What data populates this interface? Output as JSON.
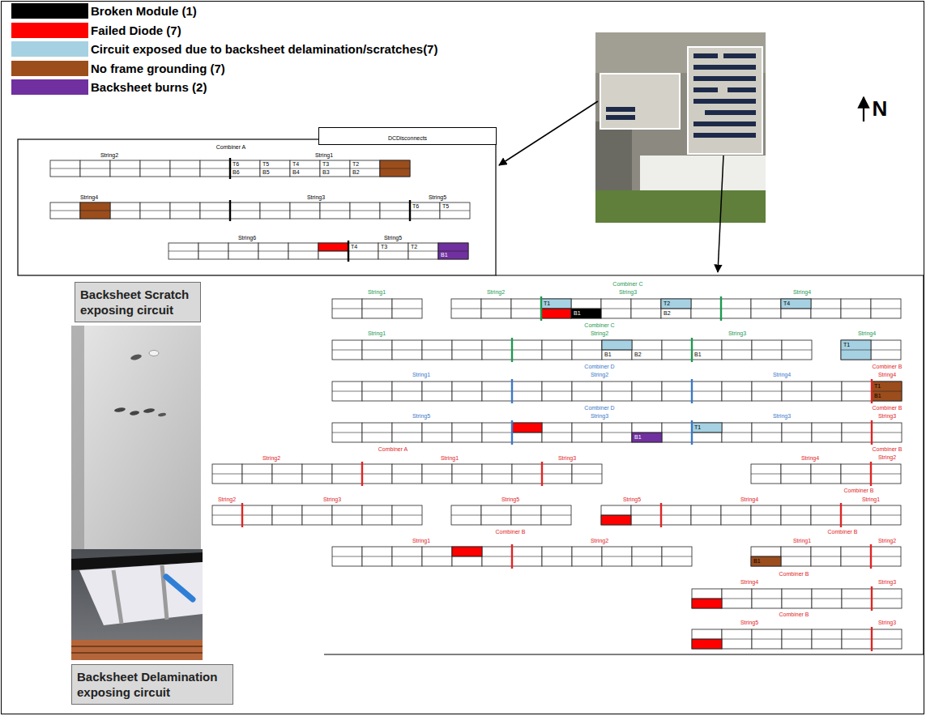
{
  "diagram": {
    "nodes": [
      {
        "text": [
          "DCDisconnects"
        ]
      },
      {
        "text": [
          "T6",
          "B6"
        ]
      },
      {
        "text": [
          "T5",
          "B5"
        ]
      },
      {
        "text": [
          "T4",
          "B4"
        ]
      },
      {
        "text": [
          "T3",
          "B3"
        ]
      },
      {
        "text": [
          "T2",
          "B2"
        ]
      },
      {
        "text": [
          "T6"
        ]
      },
      {
        "text": [
          "T5"
        ]
      },
      {
        "text": [
          "T4"
        ]
      },
      {
        "text": [
          "T3"
        ]
      },
      {
        "text": [
          "T2"
        ]
      },
      {
        "text": [
          "B1"
        ]
      },
      {
        "text": [
          "T1"
        ]
      },
      {
        "text": [
          "B1"
        ]
      },
      {
        "text": [
          "T2",
          "B2"
        ]
      },
      {
        "text": [
          "T4"
        ]
      },
      {
        "text": [
          "B1"
        ]
      },
      {
        "text": [
          "B2"
        ]
      },
      {
        "text": [
          "B1"
        ]
      },
      {
        "text": [
          "T1"
        ]
      },
      {
        "text": [
          "T1",
          "B1"
        ]
      },
      {
        "text": [
          "B1"
        ]
      },
      {
        "text": [
          "T1"
        ]
      },
      {
        "text": [
          "B1"
        ]
      },
      {
        "text": [
          "Backsheet Scratch exposing circuit"
        ]
      },
      {
        "text": [
          "Backsheet Delamination exposing circuit"
        ]
      }
    ],
    "labels": [
      "N",
      "String2",
      "Combiner A",
      "String1",
      "String4",
      "String3",
      "String5",
      "String6",
      "String5",
      "String1",
      "String2",
      "Combiner C",
      "String3",
      "String4",
      "String1",
      "Combiner C",
      "String2",
      "String3",
      "String4",
      "String1",
      "Combiner D",
      "String2",
      "String4",
      "Combiner B",
      "String4",
      "String5",
      "Combiner D",
      "String3",
      "String3",
      "Combiner B",
      "String3",
      "Combiner A",
      "String2",
      "String1",
      "String3",
      "String4",
      "Combiner B",
      "String2",
      "String2",
      "String3",
      "String5",
      "String5",
      "String4",
      "Combiner B",
      "String1",
      "String1",
      "Combiner B",
      "String2",
      "Combiner B",
      "String1",
      "String2",
      "Combiner B",
      "String4",
      "String3",
      "Combiner B",
      "String5",
      "String3"
    ],
    "legend": [
      {
        "text": "Broken Module (1)",
        "color": "#000000"
      },
      {
        "text": "Failed Diode (7)",
        "color": "#ff0000"
      },
      {
        "text": "Circuit exposed due to backsheet delamination/scratches(7)",
        "color": "#a6d1e2"
      },
      {
        "text": "No frame grounding (7)",
        "color": "#9c4d1c"
      },
      {
        "text": "Backsheet burns (2)",
        "color": "#7030a0"
      }
    ]
  }
}
